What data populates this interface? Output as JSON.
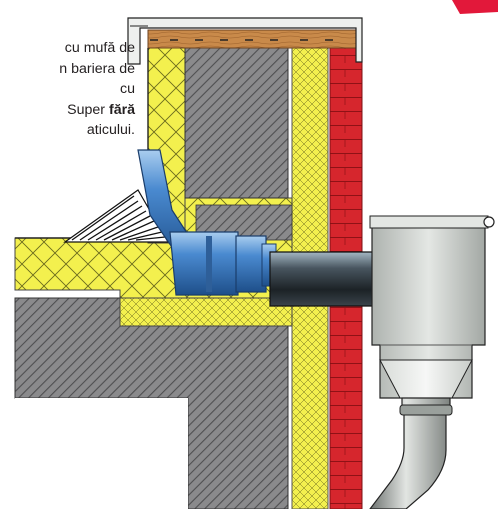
{
  "caption": {
    "line1": "cu mufă de",
    "line2": "n bariera de",
    "line3": "cu",
    "line4_pre": "Super ",
    "line4_bold": "fără",
    "line5": "aticului."
  },
  "colors": {
    "insulation": "#f3f04e",
    "insulation_line": "#6b6a1d",
    "concrete": "#8a8a8c",
    "concrete_hatch": "#4f4f51",
    "brick": "#d6262d",
    "wood": "#c98a4a",
    "pipe_blue": "#3b76b8",
    "pipe_dark": "#2c3033",
    "cap_metal": "#eef0ee",
    "gutter": "#c8ccc8",
    "corner_tag": "#e2183a"
  }
}
